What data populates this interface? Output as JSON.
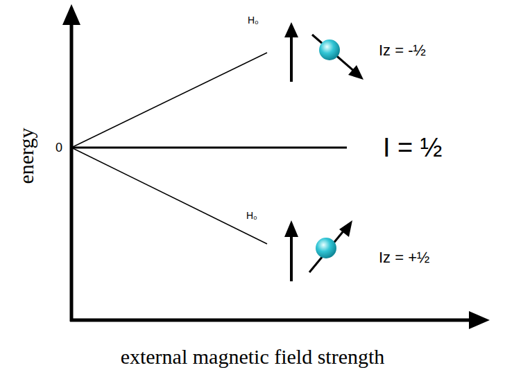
{
  "diagram": {
    "labels": [
      "H₀",
      "Iz = -½",
      "0",
      "I = ½",
      "H₀",
      "Iz = +½",
      "energy",
      "external magnetic field strength"
    ]
  }
}
